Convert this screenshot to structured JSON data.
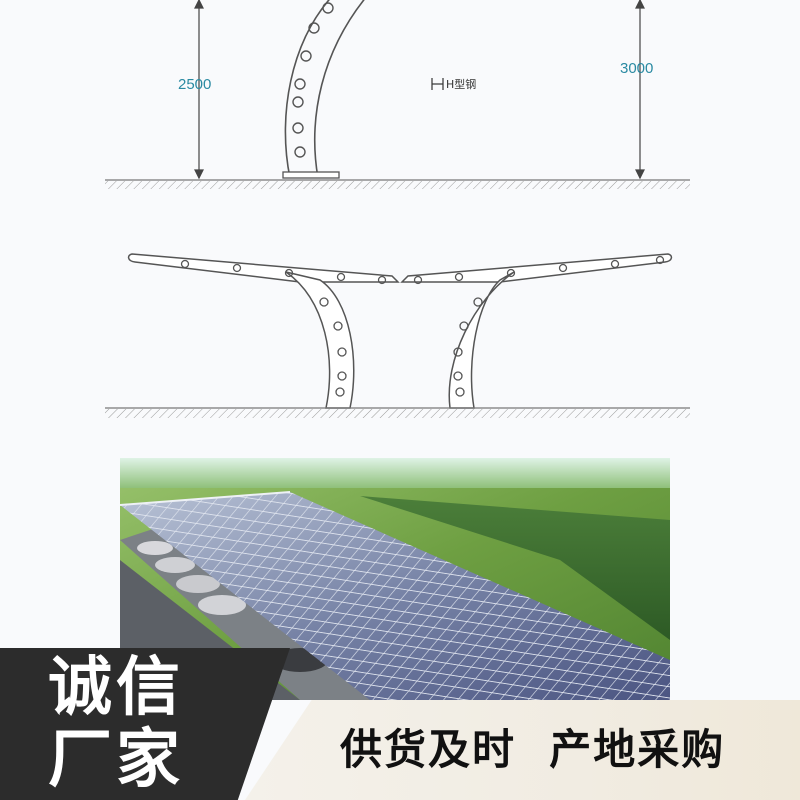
{
  "drawing": {
    "left_dimension": "2500",
    "right_dimension": "3000",
    "beam_label": "H型钢",
    "beam_icon": "h-beam-icon"
  },
  "banner": {
    "left_text": "诚信厂家",
    "right_text": "供货及时  产地采购",
    "colors": {
      "dark": "#2c2c2c",
      "light": "#f1ece2",
      "dimension": "#2a8aa2"
    }
  }
}
